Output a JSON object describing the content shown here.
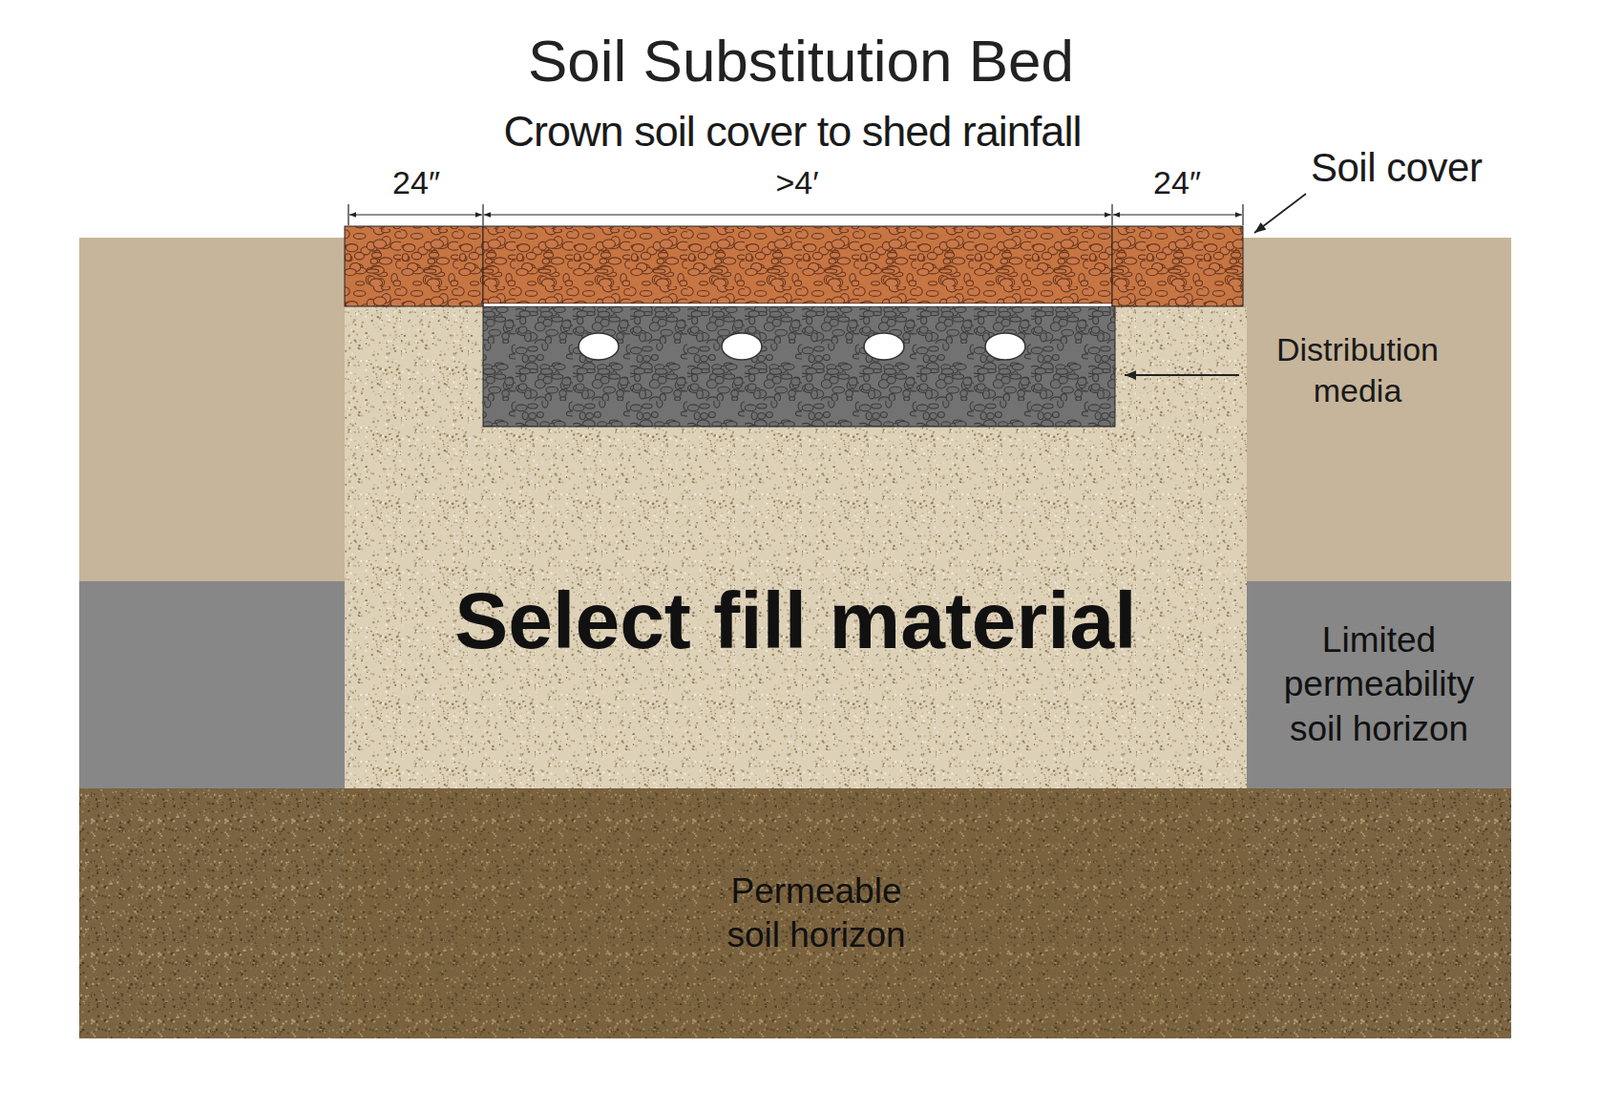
{
  "diagram": {
    "title": "Soil Substitution Bed",
    "nodes": [
      {
        "text": [
          "Select fill material"
        ]
      },
      {
        "text": [
          "Limited permeability soil horizon"
        ]
      },
      {
        "text": [
          "Permeable soil horizon"
        ]
      }
    ],
    "labels": [
      "Crown soil cover to shed rainfall",
      "24″",
      ">4′",
      "24″",
      "Soil cover",
      "Distribution media"
    ]
  }
}
